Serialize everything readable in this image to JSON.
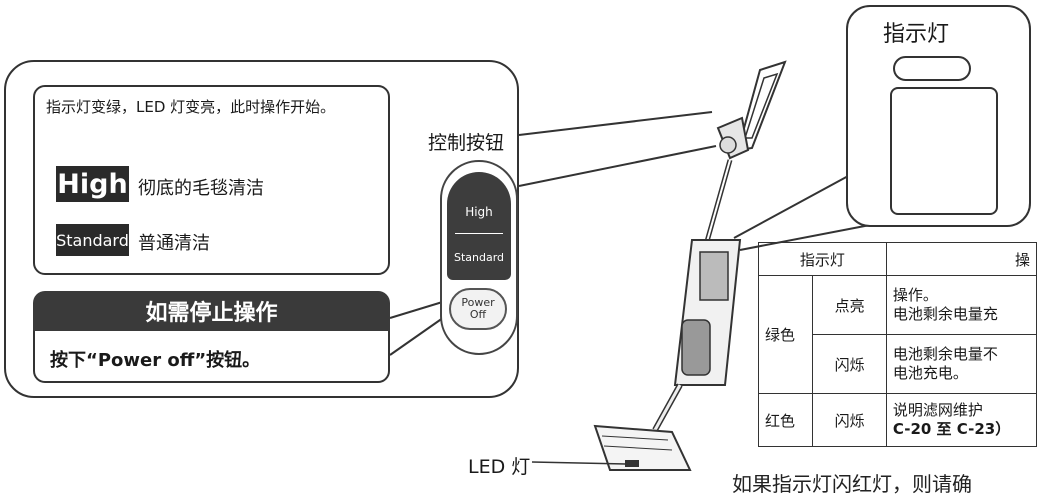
{
  "left_panel": {
    "intro": "指示灯变绿，LED 灯变亮，此时操作开始。",
    "high_badge": "High",
    "high_desc": "彻底的毛毯清洁",
    "standard_badge": "Standard",
    "standard_desc": "普通清洁",
    "stop_title": "如需停止操作",
    "stop_instruction": "按下“Power off”按钮。"
  },
  "control": {
    "label": "控制按钮",
    "high": "High",
    "standard": "Standard",
    "power_line1": "Power",
    "power_line2": "Off"
  },
  "indicator": {
    "title": "指示灯"
  },
  "table": {
    "header_indicator": "指示灯",
    "header_operation": "操",
    "rows": [
      {
        "color": "绿色",
        "state": "点亮",
        "desc1": "操作。",
        "desc2": "电池剩余电量充"
      },
      {
        "color": "",
        "state": "闪烁",
        "desc1": "电池剩余电量不",
        "desc2": "电池充电。"
      },
      {
        "color": "红色",
        "state": "闪烁",
        "desc1": "说明滤网维护",
        "desc2": "C-20 至 C-23）"
      }
    ]
  },
  "led_label": "LED 灯",
  "bottom_text": "如果指示灯闪红灯，则请确"
}
